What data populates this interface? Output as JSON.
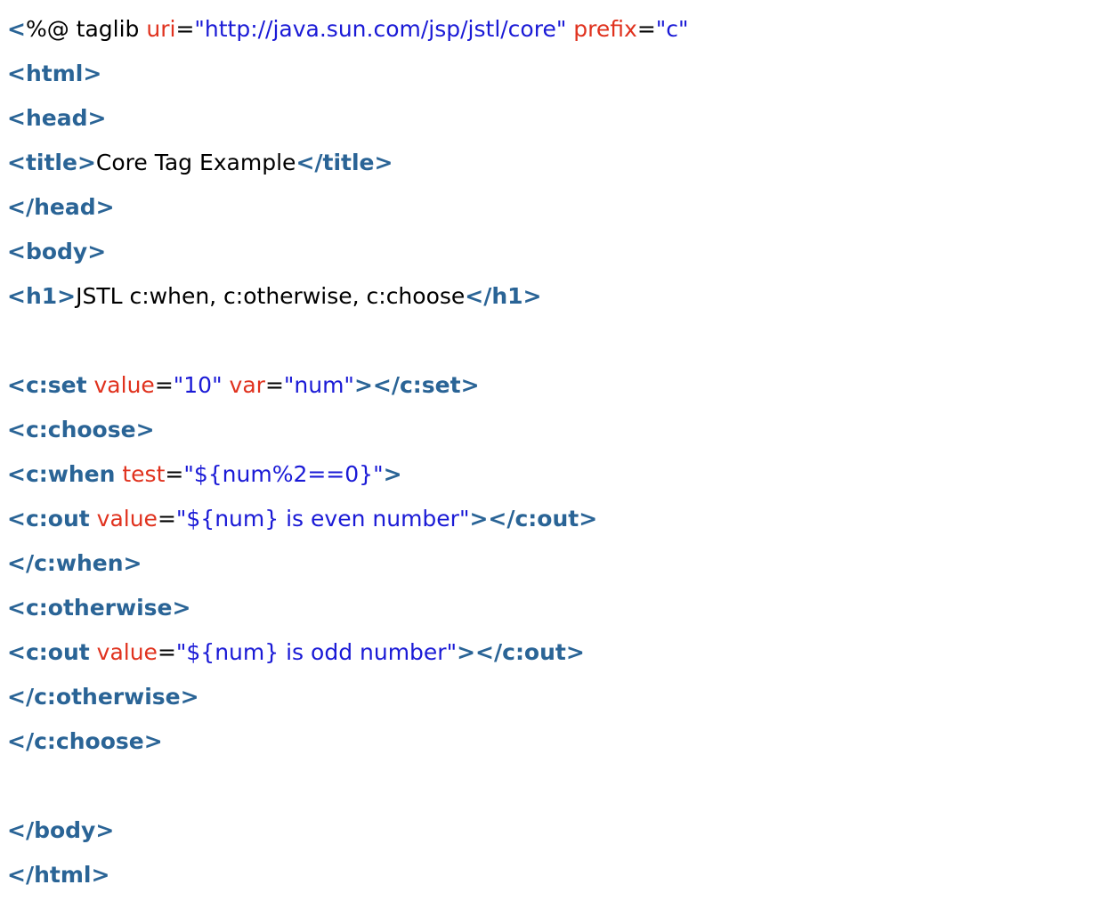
{
  "lines": [
    [
      {
        "t": "tag",
        "v": "<"
      },
      {
        "t": "txt",
        "v": "%@ taglib "
      },
      {
        "t": "attr",
        "v": "uri"
      },
      {
        "t": "eq",
        "v": "="
      },
      {
        "t": "val",
        "v": "\"http://java.sun.com/jsp/jstl/core\""
      },
      {
        "t": "txt",
        "v": " "
      },
      {
        "t": "attr",
        "v": "prefix"
      },
      {
        "t": "eq",
        "v": "="
      },
      {
        "t": "val",
        "v": "\"c\""
      }
    ],
    [
      {
        "t": "tag",
        "v": "<html>"
      }
    ],
    [
      {
        "t": "tag",
        "v": "<head>"
      }
    ],
    [
      {
        "t": "tag",
        "v": "<title>"
      },
      {
        "t": "txt",
        "v": "Core Tag Example"
      },
      {
        "t": "tag",
        "v": "</title>"
      }
    ],
    [
      {
        "t": "tag",
        "v": "</head>"
      }
    ],
    [
      {
        "t": "tag",
        "v": "<body>"
      }
    ],
    [
      {
        "t": "tag",
        "v": "<h1>"
      },
      {
        "t": "txt",
        "v": "JSTL c:when, c:otherwise, c:choose"
      },
      {
        "t": "tag",
        "v": "</h1>"
      }
    ],
    [],
    [
      {
        "t": "tag",
        "v": "<c:set"
      },
      {
        "t": "txt",
        "v": " "
      },
      {
        "t": "attr",
        "v": "value"
      },
      {
        "t": "eq",
        "v": "="
      },
      {
        "t": "val",
        "v": "\"10\""
      },
      {
        "t": "txt",
        "v": " "
      },
      {
        "t": "attr",
        "v": "var"
      },
      {
        "t": "eq",
        "v": "="
      },
      {
        "t": "val",
        "v": "\"num\""
      },
      {
        "t": "tag",
        "v": "></c:set>"
      }
    ],
    [
      {
        "t": "tag",
        "v": "<c:choose>"
      }
    ],
    [
      {
        "t": "tag",
        "v": "<c:when"
      },
      {
        "t": "txt",
        "v": " "
      },
      {
        "t": "attr",
        "v": "test"
      },
      {
        "t": "eq",
        "v": "="
      },
      {
        "t": "val",
        "v": "\"${num%2==0}\""
      },
      {
        "t": "tag",
        "v": ">"
      }
    ],
    [
      {
        "t": "tag",
        "v": "<c:out"
      },
      {
        "t": "txt",
        "v": " "
      },
      {
        "t": "attr",
        "v": "value"
      },
      {
        "t": "eq",
        "v": "="
      },
      {
        "t": "val",
        "v": "\"${num} is even number\""
      },
      {
        "t": "tag",
        "v": "></c:out>"
      }
    ],
    [
      {
        "t": "tag",
        "v": "</c:when>"
      }
    ],
    [
      {
        "t": "tag",
        "v": "<c:otherwise>"
      }
    ],
    [
      {
        "t": "tag",
        "v": "<c:out"
      },
      {
        "t": "txt",
        "v": " "
      },
      {
        "t": "attr",
        "v": "value"
      },
      {
        "t": "eq",
        "v": "="
      },
      {
        "t": "val",
        "v": "\"${num} is odd number\""
      },
      {
        "t": "tag",
        "v": "></c:out>"
      }
    ],
    [
      {
        "t": "tag",
        "v": "</c:otherwise>"
      }
    ],
    [
      {
        "t": "tag",
        "v": "</c:choose>"
      }
    ],
    [],
    [
      {
        "t": "tag",
        "v": "</body>"
      }
    ],
    [
      {
        "t": "tag",
        "v": "</html>"
      }
    ]
  ],
  "colors": {
    "tag": "#2a6496",
    "attribute": "#e0321e",
    "value": "#1a1ad6",
    "text": "#000000",
    "background": "#ffffff"
  }
}
